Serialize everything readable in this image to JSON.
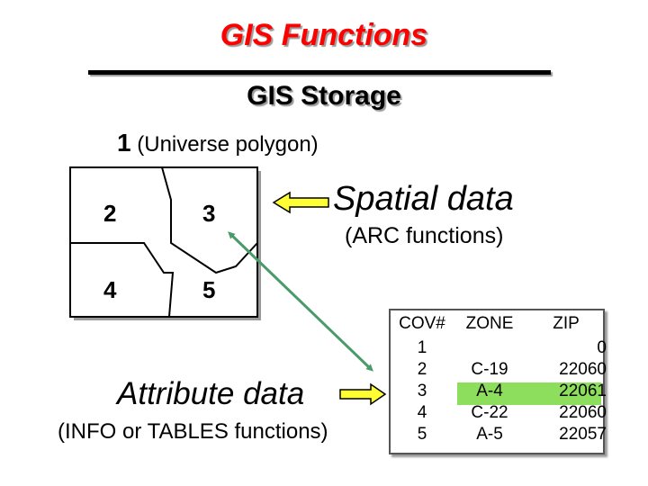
{
  "title": "GIS Functions",
  "subtitle": "GIS Storage",
  "universe": {
    "number": "1",
    "text": "(Universe polygon)"
  },
  "polygons": [
    "2",
    "3",
    "4",
    "5"
  ],
  "spatial": {
    "label": "Spatial data",
    "functions": "(ARC functions)"
  },
  "attribute": {
    "label": "Attribute data",
    "functions": "(INFO or TABLES functions)"
  },
  "table": {
    "headers": [
      "COV#",
      "ZONE",
      "ZIP"
    ],
    "rows": [
      [
        "1",
        "",
        "0"
      ],
      [
        "2",
        "C-19",
        "22060"
      ],
      [
        "3",
        "A-4",
        "22061"
      ],
      [
        "4",
        "C-22",
        "22060"
      ],
      [
        "5",
        "A-5",
        "22057"
      ]
    ],
    "highlighted_row": 2
  },
  "colors": {
    "title": "#ff0000",
    "arrow_fill": "#ffff33",
    "connector": "#4a9a6a",
    "highlight": "#8cde5c"
  }
}
